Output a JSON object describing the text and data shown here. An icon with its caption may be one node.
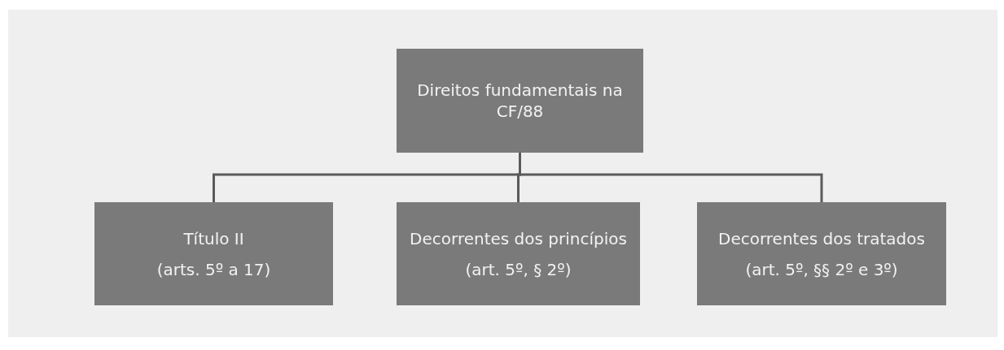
{
  "diagram": {
    "nodes": [
      {
        "text": [
          "Direitos fundamentais na CF/88"
        ]
      },
      {
        "text": [
          "Título II",
          "(arts. 5º a 17)"
        ]
      },
      {
        "text": [
          "Decorrentes dos princípios",
          "(art. 5º, § 2º)"
        ]
      },
      {
        "text": [
          "Decorrentes dos tratados",
          "(art. 5º, §§ 2º e 3º)"
        ]
      }
    ],
    "edges": [
      {
        "from": 0,
        "to": 1,
        "arrow": "none"
      },
      {
        "from": 0,
        "to": 2,
        "arrow": "none"
      },
      {
        "from": 0,
        "to": 3,
        "arrow": "none"
      }
    ]
  }
}
